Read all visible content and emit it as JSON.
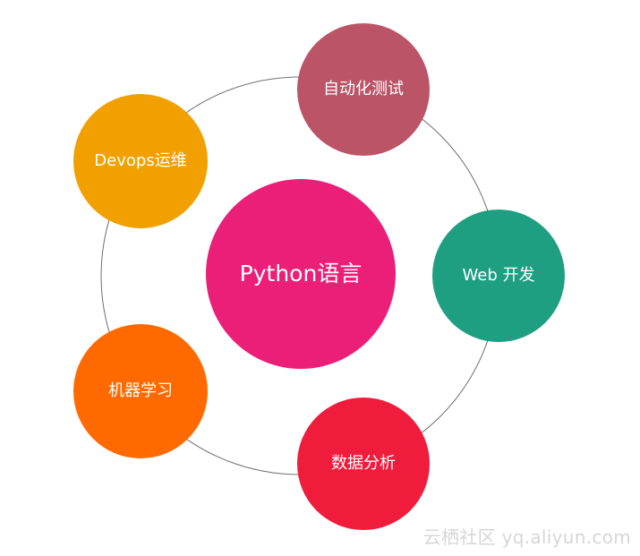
{
  "diagram": {
    "center": {
      "label": "Python语言",
      "color": "#eb1f78"
    },
    "nodes": [
      {
        "id": "test",
        "label": "自动化测试",
        "color": "#bc5467"
      },
      {
        "id": "devops",
        "label": "Devops运维",
        "color": "#f2a000"
      },
      {
        "id": "web",
        "label": "Web 开发",
        "color": "#1f9f82"
      },
      {
        "id": "ml",
        "label": "机器学习",
        "color": "#ff6a00"
      },
      {
        "id": "data",
        "label": "数据分析",
        "color": "#f01c3c"
      }
    ],
    "ring": {
      "stroke": "#6f6f6f"
    }
  },
  "watermark": {
    "text": "云栖社区 yq.aliyun.com",
    "color": "#d6d6d6"
  }
}
